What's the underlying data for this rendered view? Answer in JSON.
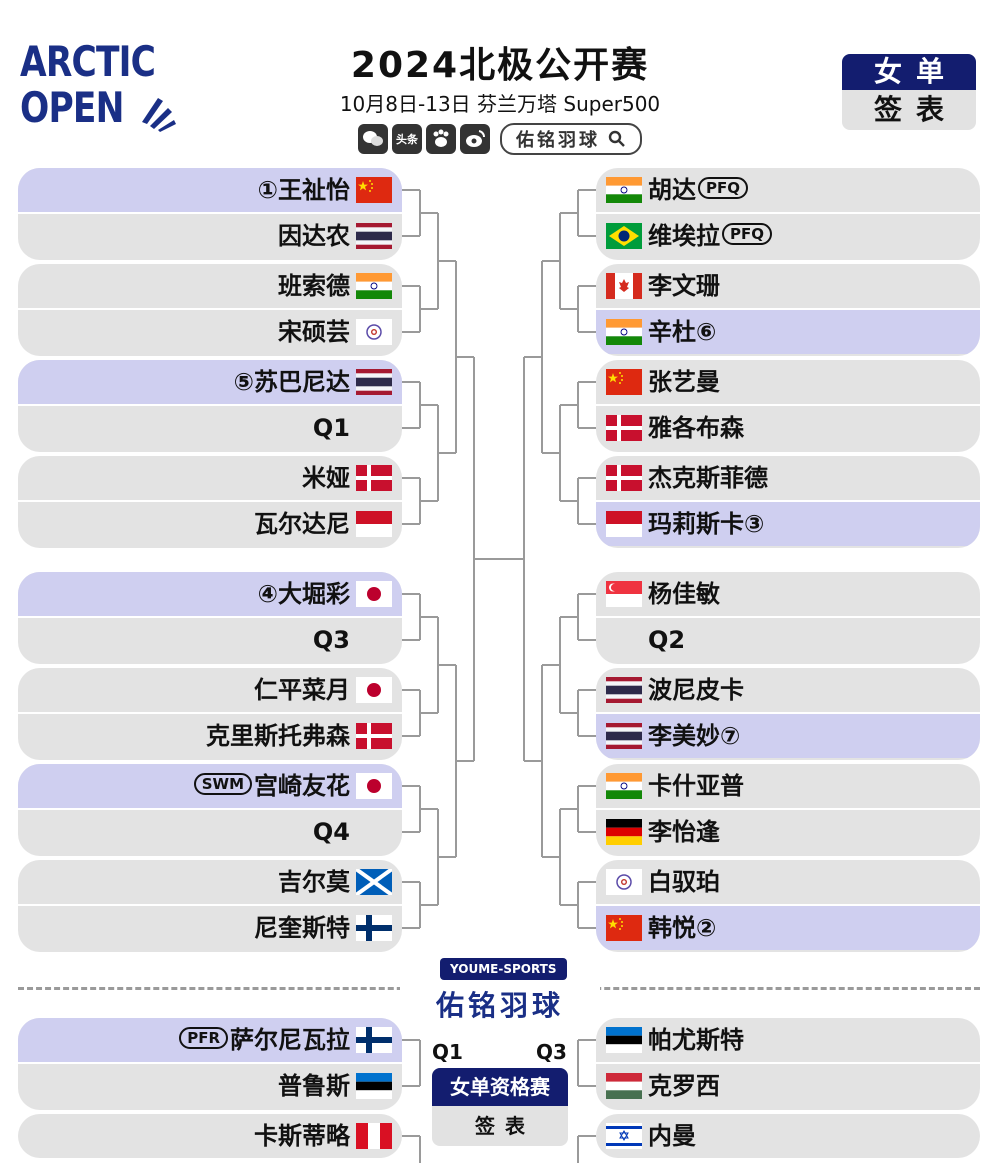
{
  "header": {
    "logo_line1": "ARCTIC",
    "logo_line2": "OPEN",
    "title": "2024北极公开赛",
    "subtitle": "10月8日-13日 芬兰万塔 Super500",
    "social_toutiao": "头条",
    "search_label": "佑铭羽球",
    "event_line1": "女单",
    "event_line2": "签表"
  },
  "colors": {
    "accent": "#131d6f",
    "seeded_row": "#cfcff0",
    "row": "#e3e3e3",
    "line": "#9a9a9a"
  },
  "draw": {
    "left_top": [
      {
        "name": "①王祉怡",
        "flag": "CHN",
        "seed": true
      },
      {
        "name": "因达农",
        "flag": "THA",
        "seed": false
      },
      {
        "name": "班索德",
        "flag": "IND",
        "seed": false
      },
      {
        "name": "宋硕芸",
        "flag": "TPE",
        "seed": false
      },
      {
        "name": "⑤苏巴尼达",
        "flag": "THA",
        "seed": true
      },
      {
        "name": "Q1",
        "flag": "",
        "seed": false
      },
      {
        "name": "米娅",
        "flag": "DEN",
        "seed": false
      },
      {
        "name": "瓦尔达尼",
        "flag": "INA",
        "seed": false
      }
    ],
    "left_bottom": [
      {
        "name": "④大堀彩",
        "flag": "JPN",
        "seed": true
      },
      {
        "name": "Q3",
        "flag": "",
        "seed": false
      },
      {
        "name": "仁平菜月",
        "flag": "JPN",
        "seed": false
      },
      {
        "name": "克里斯托弗森",
        "flag": "DEN",
        "seed": false
      },
      {
        "name": "宫崎友花",
        "tag": "SWM",
        "flag": "JPN",
        "seed": true
      },
      {
        "name": "Q4",
        "flag": "",
        "seed": false
      },
      {
        "name": "吉尔莫",
        "flag": "SCO",
        "seed": false
      },
      {
        "name": "尼奎斯特",
        "flag": "FIN",
        "seed": false
      }
    ],
    "right_top": [
      {
        "name": "胡达",
        "tag": "PFQ",
        "flag": "IND",
        "seed": false
      },
      {
        "name": "维埃拉",
        "tag": "PFQ",
        "flag": "BRA",
        "seed": false
      },
      {
        "name": "李文珊",
        "flag": "CAN",
        "seed": false
      },
      {
        "name": "辛杜⑥",
        "flag": "IND",
        "seed": true
      },
      {
        "name": "张艺曼",
        "flag": "CHN",
        "seed": false
      },
      {
        "name": "雅各布森",
        "flag": "DEN",
        "seed": false
      },
      {
        "name": "杰克斯菲德",
        "flag": "DEN",
        "seed": false
      },
      {
        "name": "玛莉斯卡③",
        "flag": "INA",
        "seed": true
      }
    ],
    "right_bottom": [
      {
        "name": "杨佳敏",
        "flag": "SGP",
        "seed": false
      },
      {
        "name": "Q2",
        "flag": "",
        "seed": false
      },
      {
        "name": "波尼皮卡",
        "flag": "THA",
        "seed": false
      },
      {
        "name": "李美妙⑦",
        "flag": "THA",
        "seed": true
      },
      {
        "name": "卡什亚普",
        "flag": "IND",
        "seed": false
      },
      {
        "name": "李怡逢",
        "flag": "GER",
        "seed": false
      },
      {
        "name": "白驭珀",
        "flag": "TPE",
        "seed": false
      },
      {
        "name": "韩悦②",
        "flag": "CHN",
        "seed": true
      }
    ]
  },
  "brand": {
    "small": "YOUME-SPORTS",
    "name": "佑铭羽球"
  },
  "qualification": {
    "title": "女单资格赛",
    "subtitle": "签表",
    "label_left": "Q1",
    "label_right": "Q3",
    "left": [
      {
        "name": "萨尔尼瓦拉",
        "tag": "PFR",
        "flag": "FIN",
        "seed": true
      },
      {
        "name": "普鲁斯",
        "flag": "EST",
        "seed": false
      },
      {
        "name": "卡斯蒂略",
        "flag": "PER",
        "seed": false
      }
    ],
    "right": [
      {
        "name": "帕尤斯特",
        "flag": "EST",
        "seed": false
      },
      {
        "name": "克罗西",
        "flag": "HUN",
        "seed": false
      },
      {
        "name": "内曼",
        "flag": "ISR",
        "seed": false
      }
    ]
  }
}
